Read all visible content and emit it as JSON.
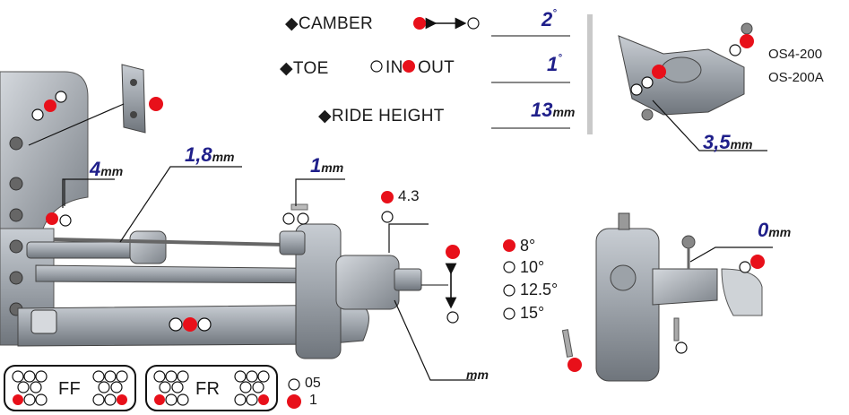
{
  "settings": {
    "camber": {
      "label": "CAMBER",
      "value": "2",
      "unit": "°"
    },
    "toe": {
      "label": "TOE",
      "opt_in": "IN",
      "opt_out": "OUT",
      "value": "1",
      "unit": "°"
    },
    "ride_height": {
      "label": "RIDE HEIGHT",
      "value": "13",
      "unit": "mm"
    }
  },
  "steering_block": {
    "part_a": "OS4-200",
    "part_b": "OS-200A",
    "value": "3,5",
    "unit": "mm"
  },
  "spacers": {
    "shock_mount": {
      "value": "4",
      "unit": "mm"
    },
    "steering_link": {
      "value": "1,8",
      "unit": "mm"
    },
    "upper_arm": {
      "value": "1",
      "unit": "mm"
    },
    "hub_offset": {
      "value": "",
      "unit": "mm"
    },
    "knuckle": {
      "value": "0",
      "unit": "mm"
    }
  },
  "hub_option": {
    "value": "4.3"
  },
  "caster": {
    "options": [
      "8°",
      "10°",
      "12.5°",
      "15°"
    ]
  },
  "blocks": {
    "ff": "FF",
    "fr": "FR",
    "opt_a": "05",
    "opt_b": "1"
  },
  "colors": {
    "selected": "#e8101a",
    "value_text": "#1f1f8a",
    "part": "#9aa0a6"
  }
}
